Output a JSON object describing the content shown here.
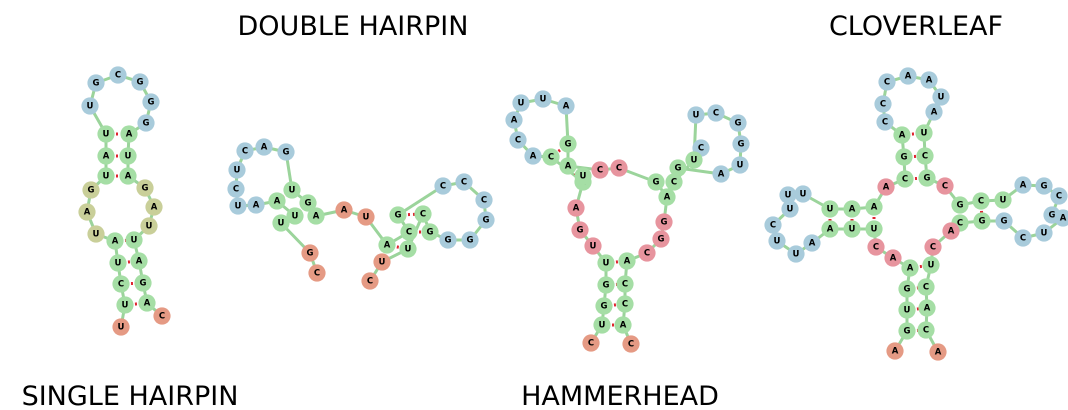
{
  "titles": {
    "single_hairpin": "SINGLE HAIRPIN",
    "double_hairpin": "DOUBLE HAIRPIN",
    "hammerhead": "HAMMERHEAD",
    "cloverleaf": "CLOVERLEAF"
  },
  "colors": {
    "stem": "#a5dea5",
    "loop": "#a8cbdb",
    "unpaired": "#e59a84",
    "junction": "#e7949e",
    "bulge": "#c9cf99",
    "backbone": "#9bd49b",
    "pair_link": "#e0242f"
  },
  "structures": {
    "single_hairpin": {
      "loop": [
        "U",
        "G",
        "C",
        "G",
        "G",
        "G"
      ],
      "stem_top": [
        "U",
        "A",
        "A",
        "U",
        "U",
        "A"
      ],
      "bulge_left": [
        "G",
        "A",
        "U"
      ],
      "bulge_right": [
        "G",
        "A",
        "U"
      ],
      "stem_bottom": [
        "A",
        "U",
        "U",
        "A",
        "C",
        "G",
        "U",
        "A"
      ],
      "tail": [
        "U",
        "C"
      ]
    },
    "double_hairpin": {
      "loop1": [
        "C",
        "A",
        "G",
        "U",
        "C",
        "U",
        "A"
      ],
      "stem1": [
        "U",
        "G",
        "A",
        "U",
        "U",
        "A"
      ],
      "linker": [
        "A",
        "U"
      ],
      "stem2": [
        "G",
        "C",
        "C",
        "G",
        "A",
        "U"
      ],
      "loop2": [
        "C",
        "C",
        "C",
        "G",
        "G",
        "G"
      ],
      "tails": [
        "G",
        "C",
        "U",
        "C"
      ]
    },
    "hammerhead": {
      "loop_left": [
        "U",
        "U",
        "A",
        "A",
        "C",
        "A"
      ],
      "stem_left": [
        "G",
        "C",
        "A",
        "C",
        "U"
      ],
      "junction": [
        "C",
        "C",
        "A",
        "G",
        "U",
        "G",
        "G",
        "C"
      ],
      "loop_right": [
        "U",
        "C",
        "G",
        "G",
        "U",
        "A",
        "C"
      ],
      "stem_right": [
        "U",
        "G",
        "C",
        "G",
        "A"
      ],
      "stem_bottom": [
        "U",
        "A",
        "G",
        "C",
        "G",
        "C",
        "U",
        "A"
      ],
      "tail": [
        "C",
        "C"
      ]
    },
    "cloverleaf": {
      "top_loop": [
        "C",
        "A",
        "A",
        "C",
        "U",
        "C",
        "A"
      ],
      "top_stem": [
        "A",
        "U",
        "G",
        "C",
        "C",
        "G"
      ],
      "left_loop": [
        "U",
        "U",
        "U",
        "C",
        "U",
        "U",
        "A"
      ],
      "left_stem": [
        "U",
        "A",
        "A",
        "A",
        "U",
        "U"
      ],
      "right_stem": [
        "G",
        "C",
        "C",
        "G",
        "U"
      ],
      "right_loop": [
        "A",
        "G",
        "C",
        "G",
        "A",
        "U",
        "C",
        "G"
      ],
      "junction": [
        "A",
        "C",
        "C",
        "A",
        "A",
        "C"
      ],
      "bottom_stem": [
        "A",
        "U",
        "G",
        "C",
        "U",
        "A",
        "G",
        "C"
      ],
      "tail": [
        "A",
        "A"
      ]
    }
  }
}
